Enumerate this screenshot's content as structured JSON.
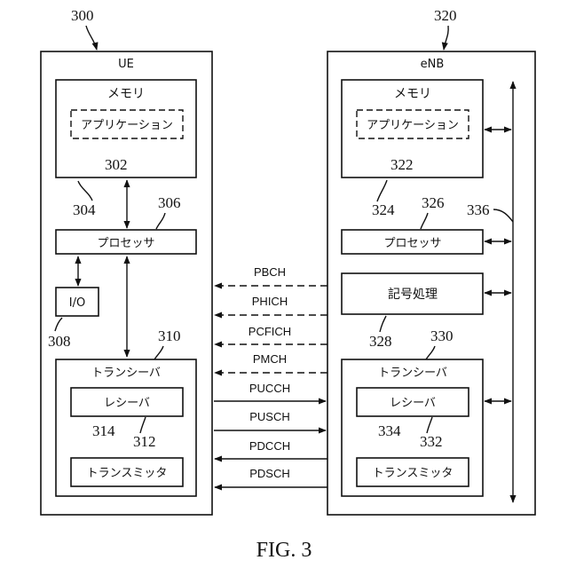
{
  "figure": {
    "caption": "FIG. 3"
  },
  "ue": {
    "ref": "300",
    "title": "UE",
    "memory": {
      "label": "メモリ",
      "ref": "304"
    },
    "application": {
      "label": "アプリケーション",
      "ref": "302"
    },
    "processor": {
      "label": "プロセッサ",
      "ref": "306"
    },
    "io": {
      "label": "I/O",
      "ref": "308"
    },
    "transceiver": {
      "label": "トランシーバ",
      "ref": "310"
    },
    "receiver": {
      "label": "レシーバ",
      "ref": "312"
    },
    "transmitter": {
      "label": "トランスミッタ",
      "ref": "314"
    }
  },
  "enb": {
    "ref": "320",
    "title": "eNB",
    "memory": {
      "label": "メモリ",
      "ref": "324"
    },
    "application": {
      "label": "アプリケーション",
      "ref": "322"
    },
    "processor": {
      "label": "プロセッサ",
      "ref": "326"
    },
    "symbol_processing": {
      "label": "記号処理",
      "ref": "328"
    },
    "transceiver": {
      "label": "トランシーバ",
      "ref": "330"
    },
    "receiver": {
      "label": "レシーバ",
      "ref": "332"
    },
    "transmitter": {
      "label": "トランスミッタ",
      "ref": "334"
    },
    "bus": {
      "ref": "336"
    }
  },
  "channels": [
    {
      "name": "PBCH",
      "direction": "enb-to-ue",
      "style": "dashed"
    },
    {
      "name": "PHICH",
      "direction": "enb-to-ue",
      "style": "dashed"
    },
    {
      "name": "PCFICH",
      "direction": "enb-to-ue",
      "style": "dashed"
    },
    {
      "name": "PMCH",
      "direction": "enb-to-ue",
      "style": "dashed"
    },
    {
      "name": "PUCCH",
      "direction": "ue-to-enb",
      "style": "solid"
    },
    {
      "name": "PUSCH",
      "direction": "ue-to-enb",
      "style": "solid"
    },
    {
      "name": "PDCCH",
      "direction": "enb-to-ue",
      "style": "solid"
    },
    {
      "name": "PDSCH",
      "direction": "enb-to-ue",
      "style": "solid"
    }
  ]
}
